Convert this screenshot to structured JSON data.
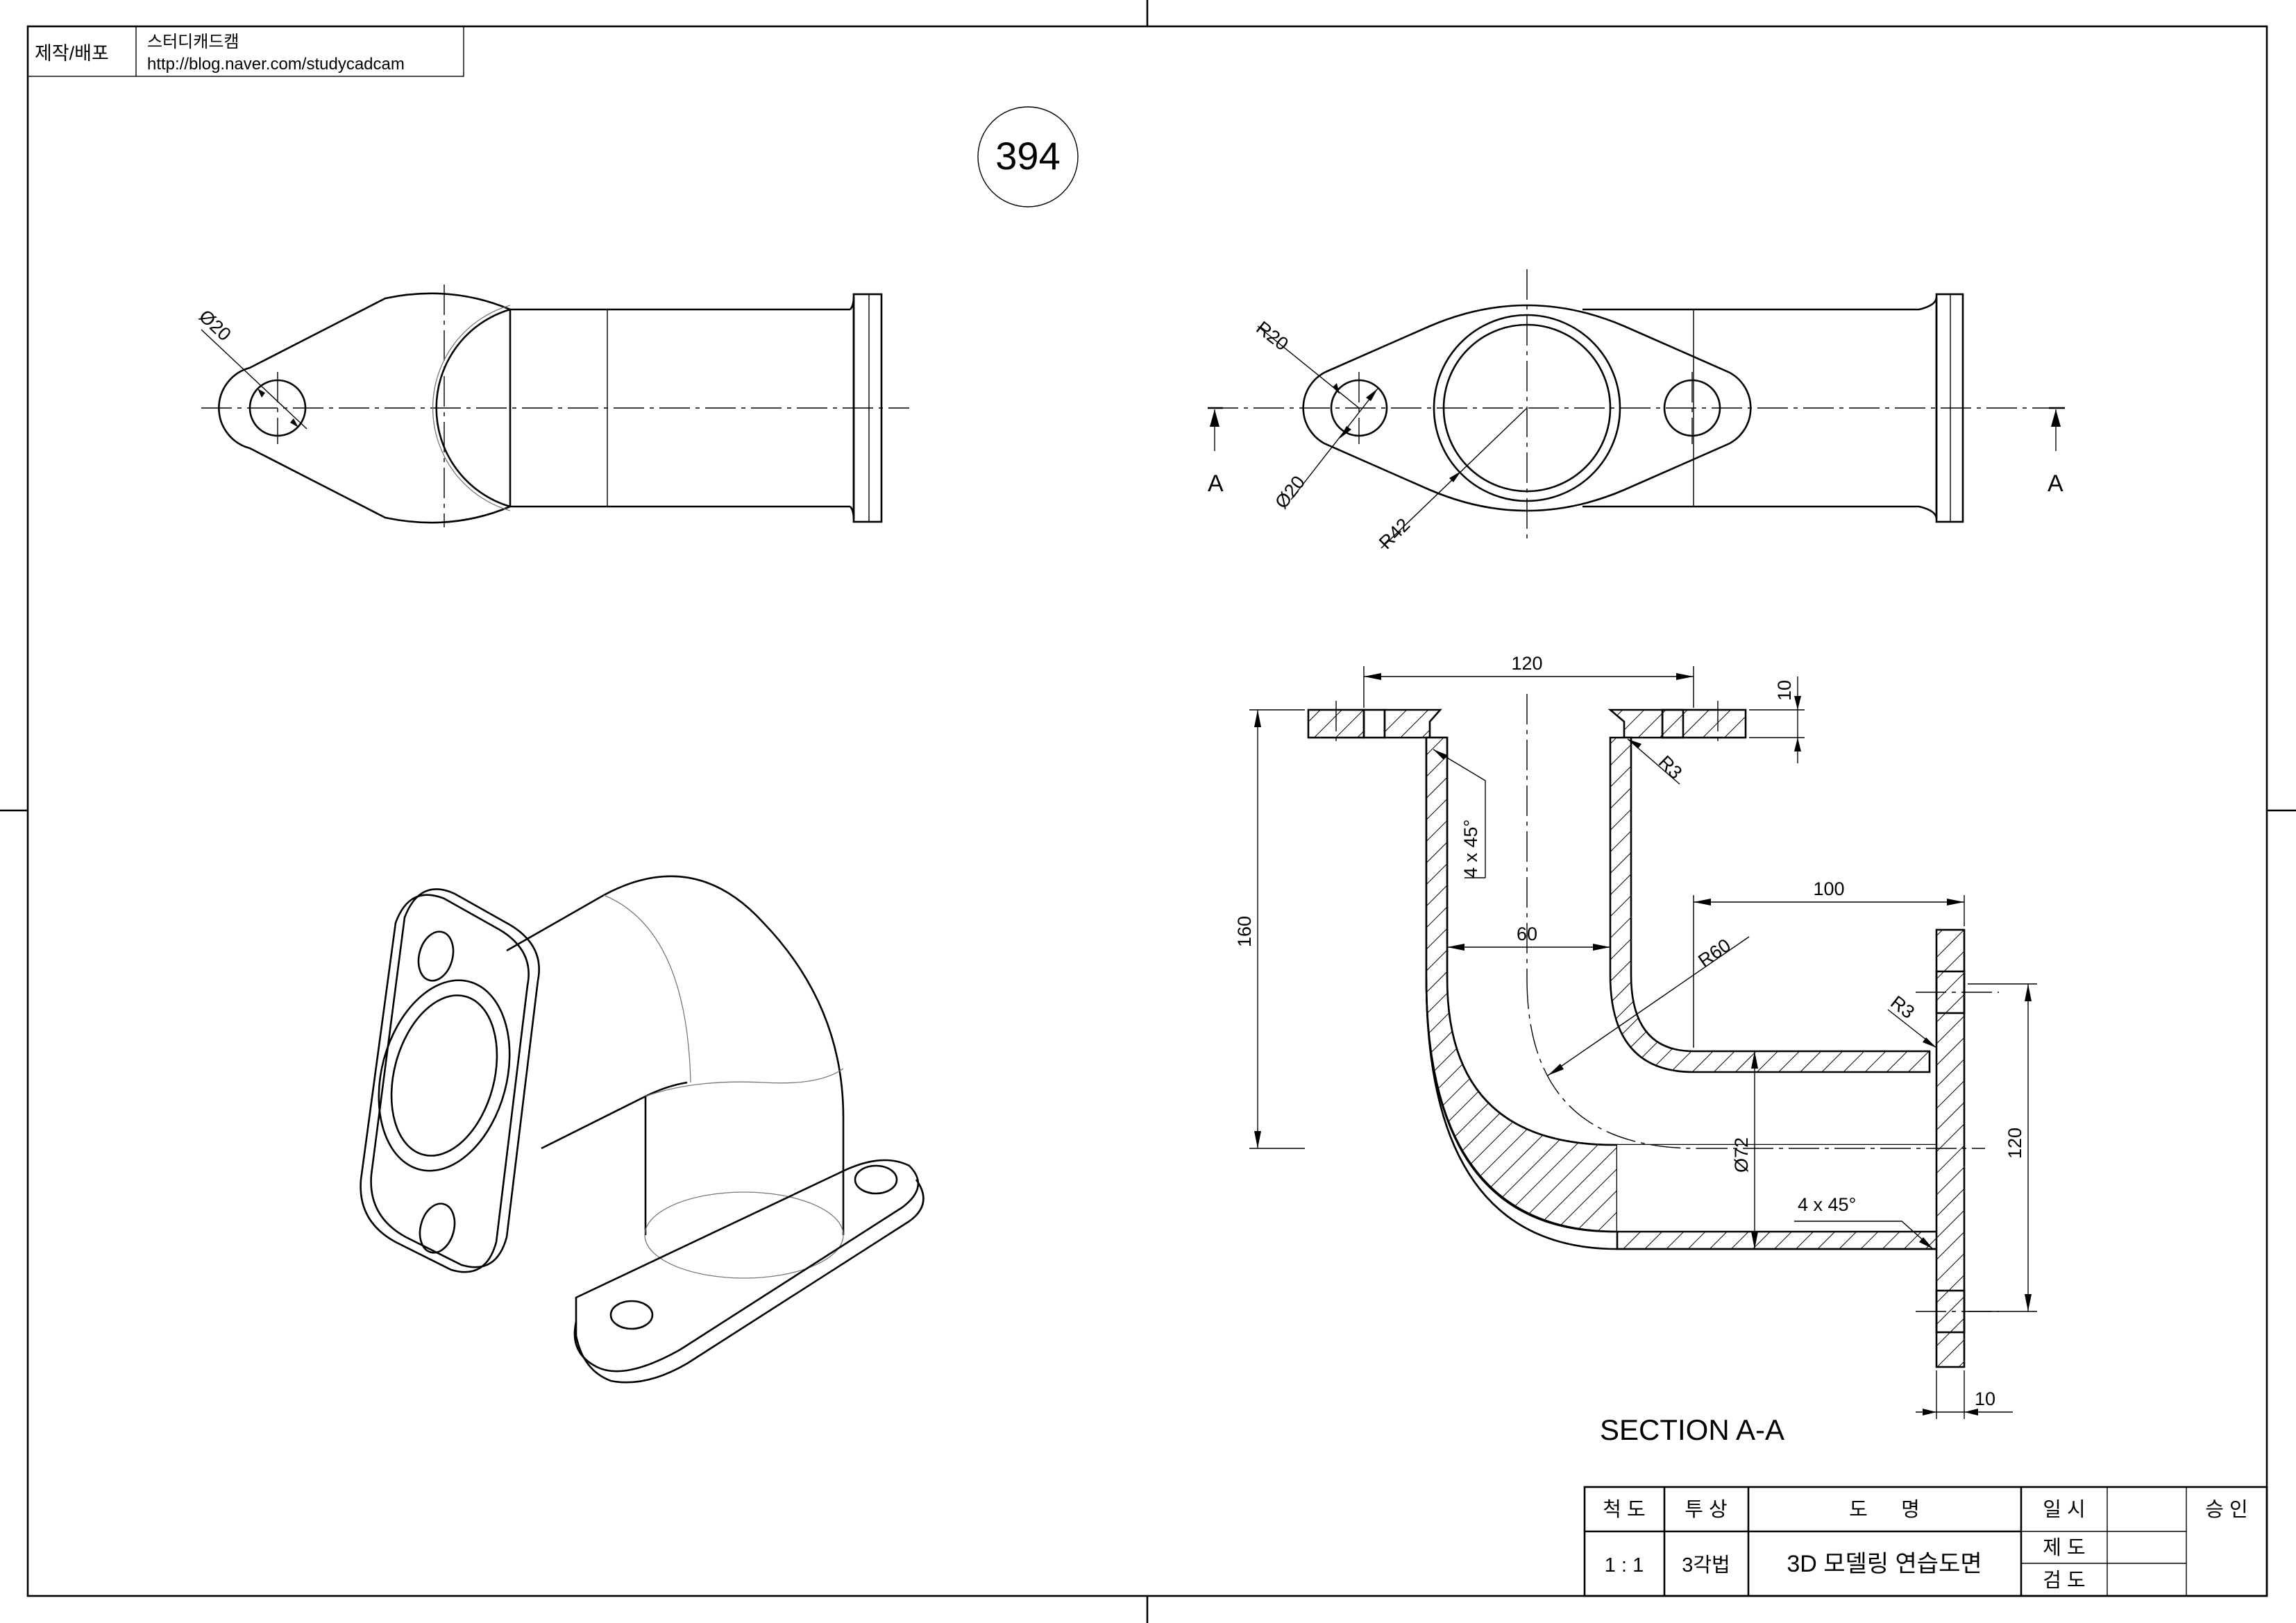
{
  "header": {
    "maker_label": "제작/배포",
    "company": "스터디캐드캠",
    "url": "http://blog.naver.com/studycadcam"
  },
  "drawing_number": "394",
  "top_view": {
    "hole_dia": "Ø20"
  },
  "front_view": {
    "radius_lug": "R20",
    "hole_dia": "Ø20",
    "radius_bore": "R42",
    "section_mark": "A"
  },
  "section_view": {
    "title": "SECTION A-A",
    "dims": {
      "flange_width": "120",
      "flange_thk": "10",
      "fillet_top": "R3",
      "chamfer_top": "4 x 45°",
      "height": "160",
      "bore": "60",
      "length": "100",
      "bend_radius": "R60",
      "fillet_side": "R3",
      "pipe_dia": "Ø72",
      "side_flange": "120",
      "chamfer_side": "4 x 45°",
      "side_flange_thk": "10"
    }
  },
  "title_block": {
    "scale_label": "척 도",
    "projection_label": "투 상",
    "name_label": "도      명",
    "date_label": "일 시",
    "approve_label": "승 인",
    "scale": "1 : 1",
    "projection": "3각법",
    "drawing_name": "3D 모델링 연습도면",
    "drafted_label": "제 도",
    "checked_label": "검 도"
  }
}
